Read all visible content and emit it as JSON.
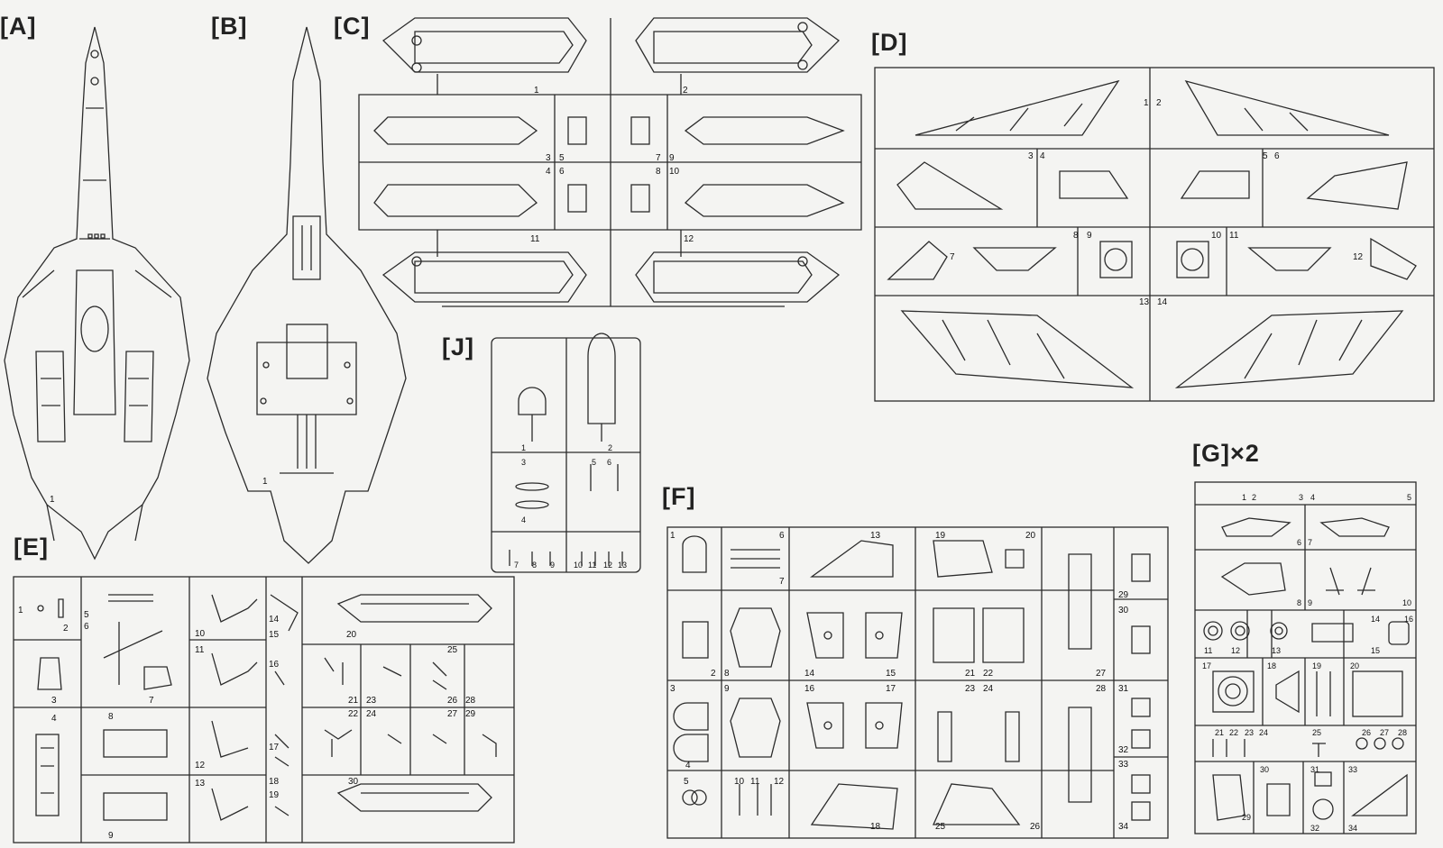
{
  "sprues": {
    "A": {
      "title": "[A]",
      "parts": [
        "1"
      ]
    },
    "B": {
      "title": "[B]",
      "parts": [
        "1"
      ]
    },
    "C": {
      "title": "[C]",
      "parts": [
        "1",
        "2",
        "3",
        "4",
        "5",
        "6",
        "7",
        "8",
        "9",
        "10",
        "11",
        "12"
      ]
    },
    "D": {
      "title": "[D]",
      "parts": [
        "1",
        "2",
        "3",
        "4",
        "5",
        "6",
        "7",
        "8",
        "9",
        "10",
        "11",
        "12",
        "13",
        "14"
      ]
    },
    "E": {
      "title": "[E]",
      "parts": [
        "1",
        "2",
        "3",
        "4",
        "5",
        "6",
        "7",
        "8",
        "9",
        "10",
        "11",
        "12",
        "13",
        "14",
        "15",
        "16",
        "17",
        "18",
        "19",
        "20",
        "21",
        "22",
        "23",
        "24",
        "25",
        "26",
        "27",
        "28",
        "29",
        "30"
      ]
    },
    "F": {
      "title": "[F]",
      "parts": [
        "1",
        "2",
        "3",
        "4",
        "5",
        "6",
        "7",
        "8",
        "9",
        "10",
        "11",
        "12",
        "13",
        "14",
        "15",
        "16",
        "17",
        "18",
        "19",
        "20",
        "21",
        "22",
        "23",
        "24",
        "25",
        "26",
        "27",
        "28",
        "29",
        "30",
        "31",
        "32",
        "33",
        "34"
      ]
    },
    "G": {
      "title": "[G]×2",
      "parts": [
        "1",
        "2",
        "3",
        "4",
        "5",
        "6",
        "7",
        "8",
        "9",
        "10",
        "11",
        "12",
        "13",
        "14",
        "15",
        "16",
        "17",
        "18",
        "19",
        "20",
        "21",
        "22",
        "23",
        "24",
        "25",
        "26",
        "27",
        "28",
        "29",
        "30",
        "31",
        "32",
        "33",
        "34"
      ]
    },
    "J": {
      "title": "[J]",
      "parts": [
        "1",
        "2",
        "3",
        "4",
        "5",
        "6",
        "7",
        "8",
        "9",
        "10",
        "11",
        "12",
        "13"
      ]
    }
  },
  "colors": {
    "line": "#2b2b2b",
    "paper": "#f4f4f2"
  }
}
